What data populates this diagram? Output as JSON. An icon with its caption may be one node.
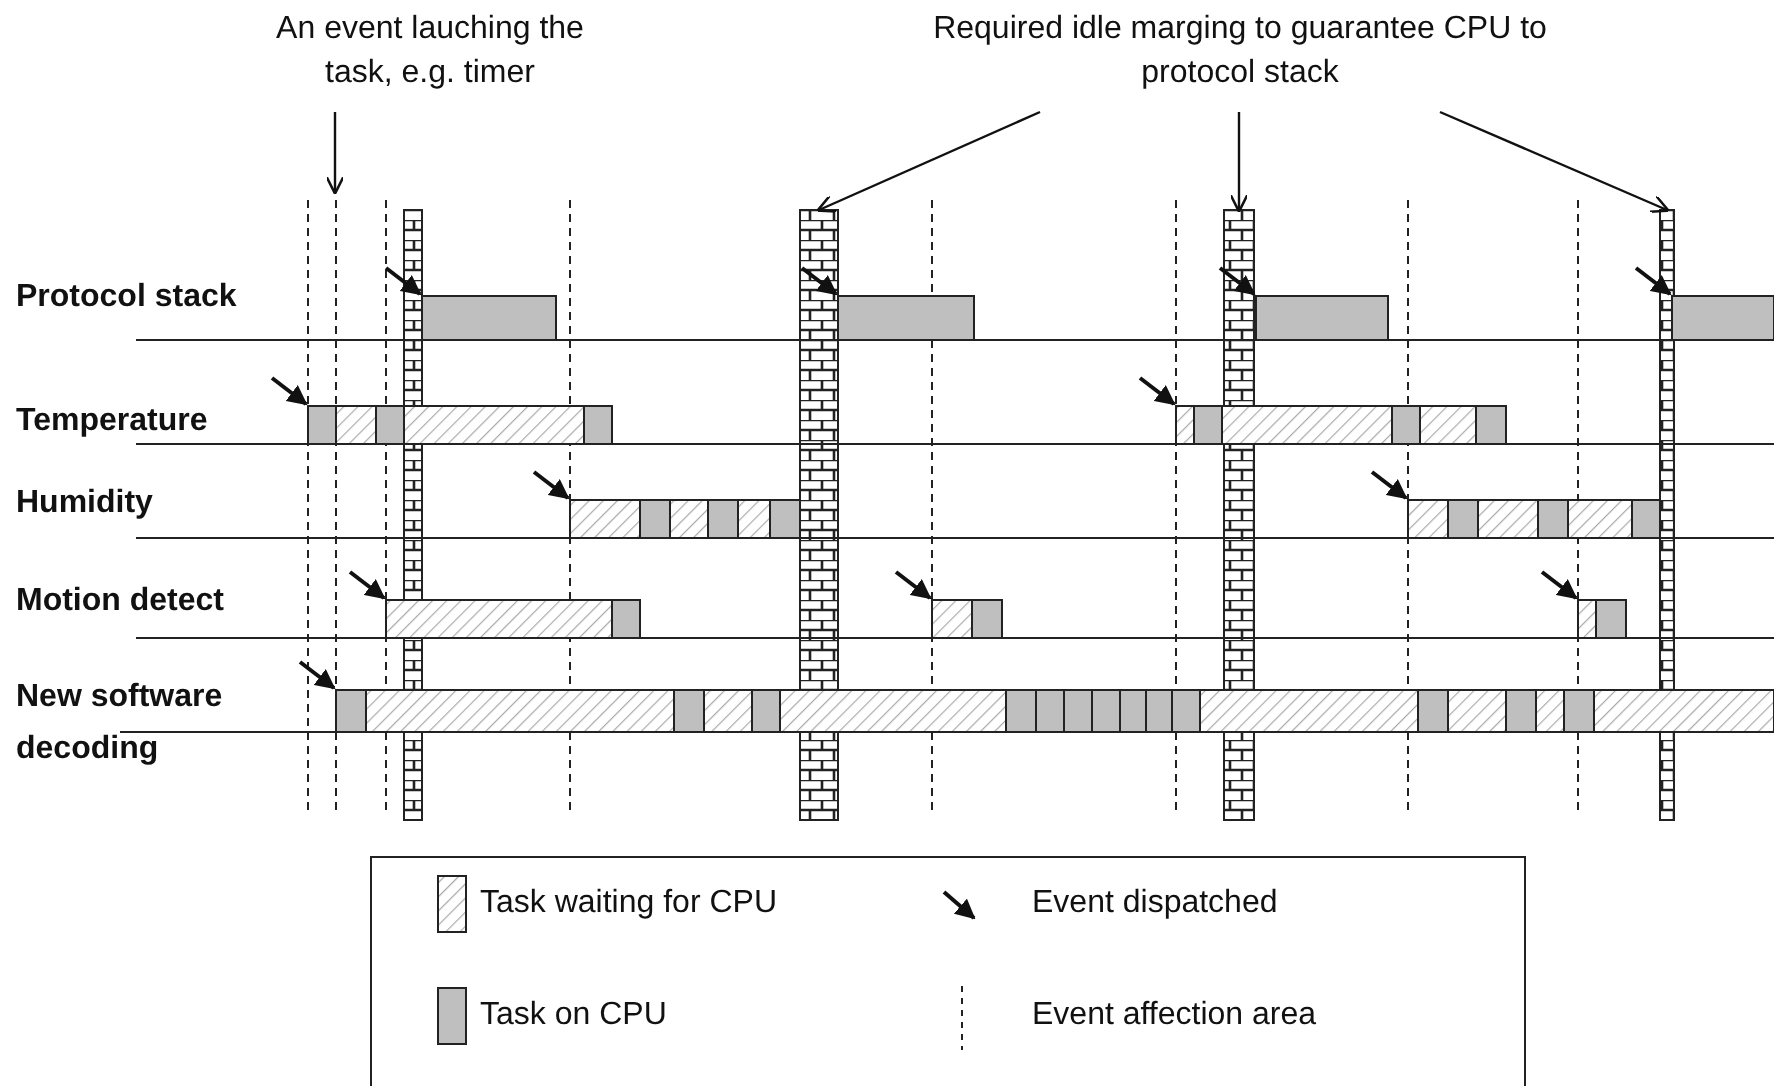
{
  "diagram": {
    "nodes": [
      {
        "text": [
          "An event lauching the task, e.g. timer"
        ]
      },
      {
        "text": [
          "Required idle marging to guarantee CPU to protocol stack"
        ]
      },
      {
        "text": [],
        "shape": "bar"
      },
      {
        "text": [],
        "shape": "bar"
      },
      {
        "text": [],
        "shape": "bar"
      },
      {
        "text": [],
        "shape": "bar"
      }
    ],
    "edges": [
      {
        "from": 0,
        "to": null,
        "arrow": "to"
      },
      {
        "from": 1,
        "to": 3,
        "arrow": "to"
      },
      {
        "from": 1,
        "to": 4,
        "arrow": "to"
      },
      {
        "from": 1,
        "to": 5,
        "arrow": "to"
      }
    ],
    "labels": [
      "Protocol stack",
      "Temperature",
      "Humidity",
      "Motion detect",
      "New software decoding"
    ],
    "legend": [
      {
        "text": "Task waiting for CPU"
      },
      {
        "text": "Event dispatched"
      },
      {
        "text": "Task on CPU",
        "color": "#bfbfbf"
      },
      {
        "text": "Event affection area"
      }
    ]
  }
}
